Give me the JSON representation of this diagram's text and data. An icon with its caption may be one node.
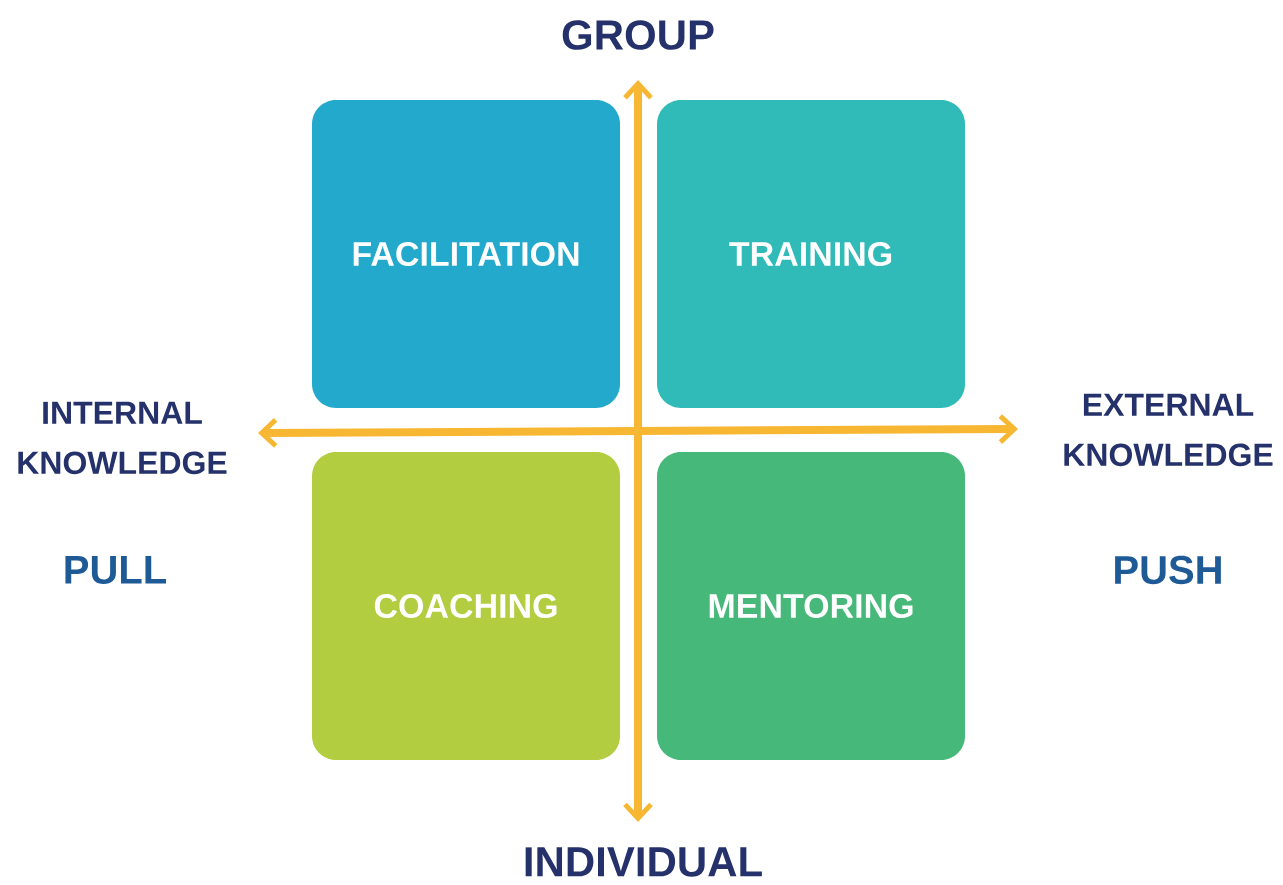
{
  "diagram": {
    "nodes": [
      {
        "text": [
          "FACILITATION"
        ]
      },
      {
        "text": [
          "TRAINING"
        ]
      },
      {
        "text": [
          "COACHING"
        ]
      },
      {
        "text": [
          "MENTORING"
        ]
      }
    ],
    "labels": [
      "GROUP",
      "INTERNAL KNOWLEDGE",
      "EXTERNAL KNOWLEDGE",
      "PULL",
      "PUSH",
      "INDIVIDUAL"
    ]
  }
}
